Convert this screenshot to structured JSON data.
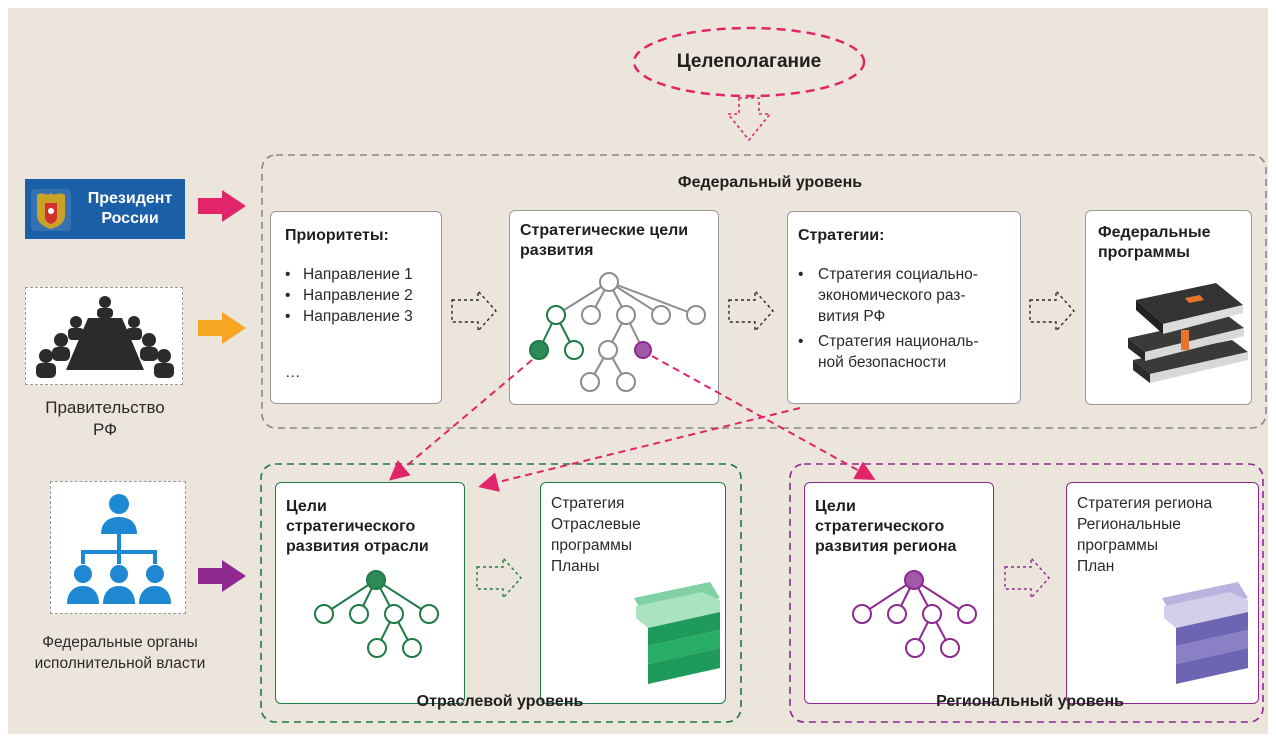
{
  "top": {
    "goal_setting": "Целеполагание"
  },
  "federal": {
    "level_label": "Федеральный уровень",
    "priorities": {
      "title": "Приоритеты:",
      "items": [
        "Направление 1",
        "Направление 2",
        "Направление 3"
      ],
      "ellipsis": "…"
    },
    "strategic_goals": {
      "title_line1": "Стратегические цели",
      "title_line2": "развития"
    },
    "strategies": {
      "title": "Стратегии:",
      "item1_lines": [
        "Стратегия социально-",
        "экономического раз-",
        "вития РФ"
      ],
      "item2_lines": [
        "Стратегия националь-",
        "ной безопасности"
      ]
    },
    "programs": {
      "title_line1": "Федеральные",
      "title_line2": "программы"
    }
  },
  "left": {
    "president_line1": "Президент",
    "president_line2": "России",
    "government_line1": "Правительство",
    "government_line2": "РФ",
    "executive_line1": "Федеральные органы",
    "executive_line2": "исполнительной власти"
  },
  "sectoral": {
    "level_label": "Отраслевой уровень",
    "goals": {
      "title_line1": "Цели",
      "title_line2": "стратегического",
      "title_line3": "развития отрасли"
    },
    "docs": [
      "Стратегия",
      "Отраслевые",
      "программы",
      "Планы"
    ]
  },
  "regional": {
    "level_label": "Региональный уровень",
    "goals": {
      "title_line1": "Цели",
      "title_line2": "стратегического",
      "title_line3": "развития региона"
    },
    "docs": [
      "Стратегия региона",
      "Региональные",
      "программы",
      "План"
    ]
  },
  "colors": {
    "background": "#ece5dc",
    "magenta": "#e0256b",
    "orange": "#f5a623",
    "purple": "#8e2a8f",
    "green": "#1e7b45",
    "president_blue": "#1b5fa8",
    "executive_blue": "#1e88d2"
  }
}
